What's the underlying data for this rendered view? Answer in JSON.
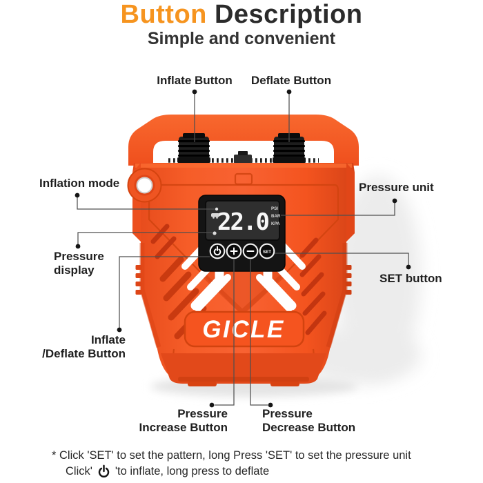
{
  "header": {
    "title_accent": "Button",
    "title_rest": "Description",
    "subtitle": "Simple and convenient"
  },
  "callouts": {
    "inflate_top": "Inflate Button",
    "deflate_top": "Deflate Button",
    "inflation_mode": "Inflation mode",
    "pressure_unit": "Pressure unit",
    "pressure_display": [
      "Pressure",
      "display"
    ],
    "set_button": "SET button",
    "inflate_deflate": [
      "Inflate",
      "/Deflate Button"
    ],
    "pressure_increase": [
      "Pressure",
      "Increase Button"
    ],
    "pressure_decrease": [
      "Pressure",
      "Decrease Button"
    ]
  },
  "device": {
    "brand": "GICLE",
    "display_value": "22.0",
    "units": [
      "PSI",
      "BAR",
      "KPA"
    ],
    "set_label": "SET",
    "button_icons": [
      "power-icon",
      "plus-icon",
      "minus-icon",
      "set-button"
    ]
  },
  "footnote": {
    "line1": "* Click 'SET' to set the pattern, long Press 'SET' to set the pressure unit",
    "line2_before": "Click'",
    "line2_after": "'to inflate, long press to deflate",
    "power_icon": "power-icon"
  },
  "colors": {
    "title_accent": "#F6941F",
    "device_orange": "#F4531E",
    "vent_red": "#C93A10",
    "display_black": "#141414",
    "label_text": "#1F1F1F",
    "callout_line": "#4F4F4F"
  }
}
